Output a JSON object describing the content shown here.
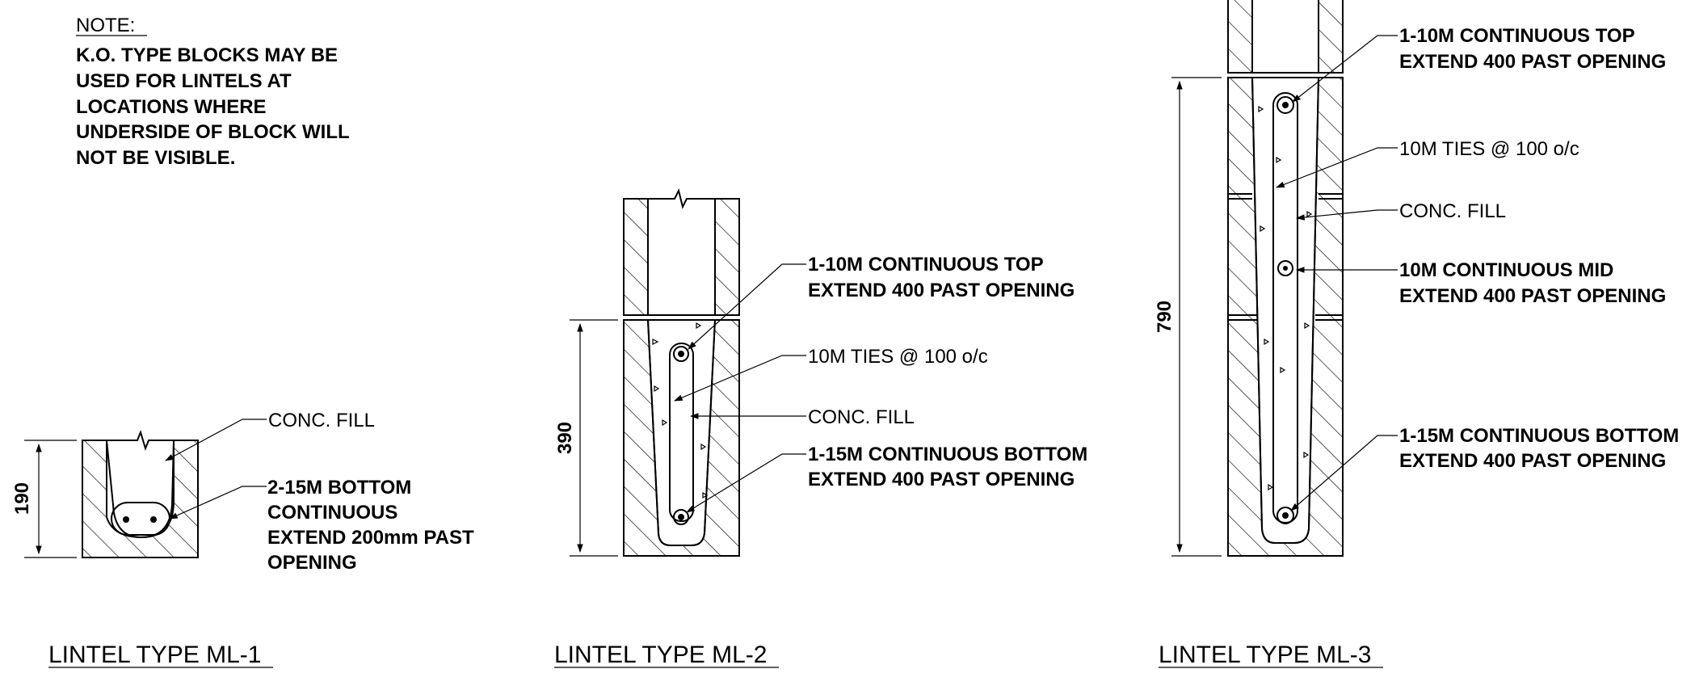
{
  "note": {
    "heading": "NOTE:",
    "lines": [
      "K.O. TYPE BLOCKS MAY BE",
      "USED FOR LINTELS AT",
      "LOCATIONS WHERE",
      "UNDERSIDE OF BLOCK WILL",
      "NOT BE VISIBLE."
    ]
  },
  "ml1": {
    "title": "LINTEL TYPE ML-1",
    "dimension": "190",
    "labels": {
      "fill": "CONC. FILL",
      "bottom": [
        "2-15M BOTTOM",
        "CONTINUOUS",
        "EXTEND 200mm PAST",
        "OPENING"
      ]
    }
  },
  "ml2": {
    "title": "LINTEL TYPE ML-2",
    "dimension": "390",
    "labels": {
      "top": [
        "1-10M CONTINUOUS TOP",
        "EXTEND 400 PAST OPENING"
      ],
      "ties": "10M TIES @ 100 o/c",
      "fill": "CONC. FILL",
      "bottom": [
        "1-15M CONTINUOUS BOTTOM",
        "EXTEND 400 PAST OPENING"
      ]
    }
  },
  "ml3": {
    "title": "LINTEL TYPE ML-3",
    "dimension": "790",
    "labels": {
      "top": [
        "1-10M CONTINUOUS TOP",
        "EXTEND 400 PAST OPENING"
      ],
      "ties": "10M TIES @ 100 o/c",
      "fill": "CONC. FILL",
      "mid": [
        "10M CONTINUOUS MID",
        "EXTEND 400 PAST OPENING"
      ],
      "bottom": [
        "1-15M CONTINUOUS BOTTOM",
        "EXTEND 400 PAST OPENING"
      ]
    }
  }
}
